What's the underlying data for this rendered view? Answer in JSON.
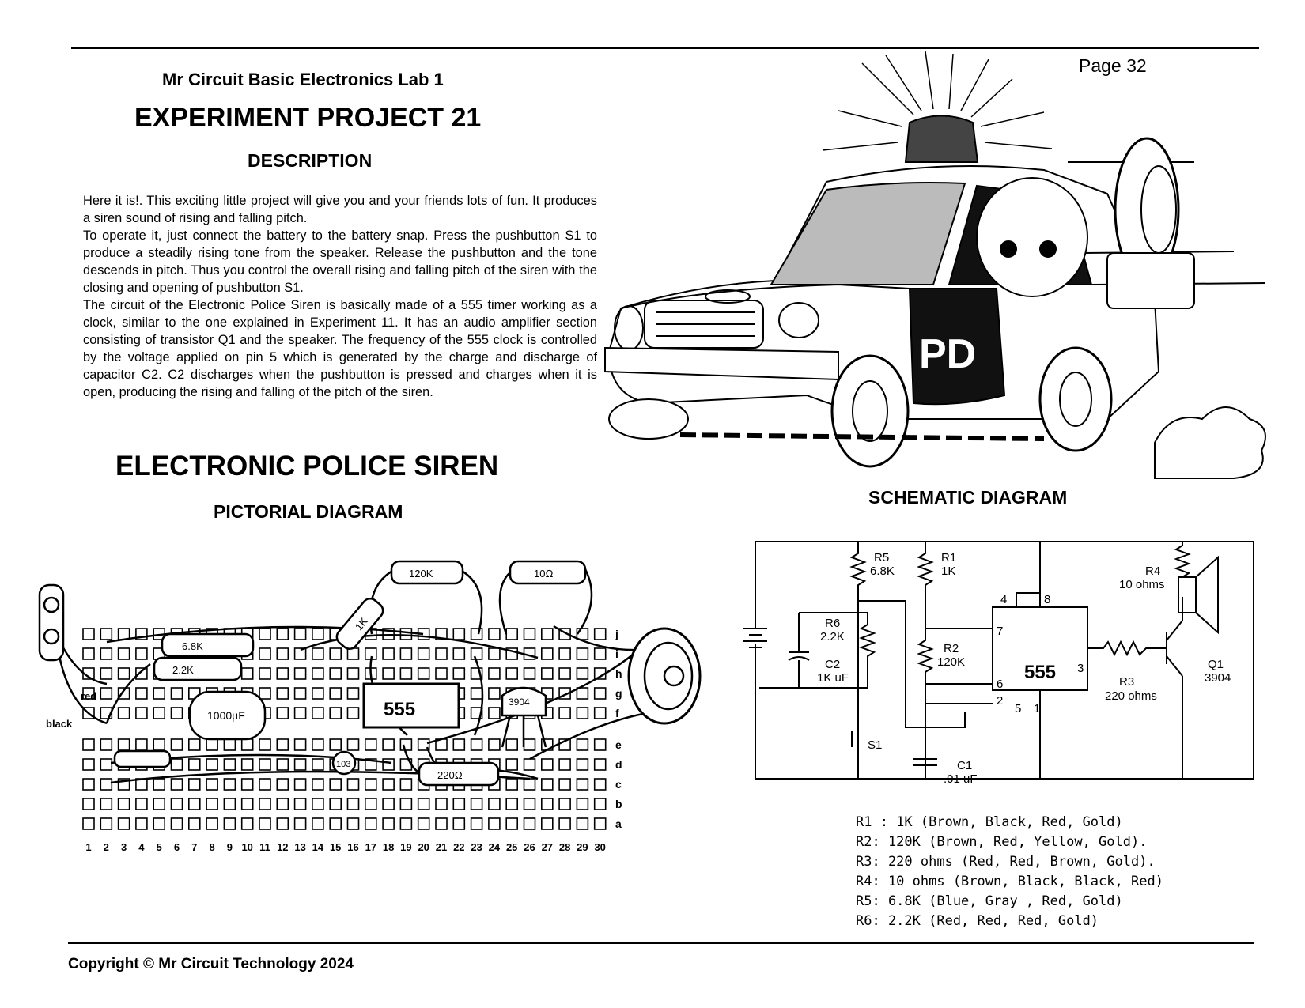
{
  "header": {
    "lab": "Mr Circuit Basic Electronics Lab 1",
    "title": "EXPERIMENT PROJECT 21",
    "section": "DESCRIPTION",
    "page": "Page 32"
  },
  "description": [
    "Here it is!. This exciting little project will give you and your friends lots of fun. It produces a siren sound of rising and falling pitch.",
    "To operate it, just connect the battery to the battery snap. Press the pushbutton S1 to produce a steadily rising tone from the speaker. Release the pushbutton and the tone descends in pitch. Thus you control the overall rising and falling pitch of the siren with the closing and opening of pushbutton S1.",
    "The circuit of the Electronic Police Siren is basically made of a 555 timer working as a clock, similar to the one explained in Experiment 11. It has an audio amplifier section consisting of transistor Q1 and the speaker. The frequency of the 555 clock is controlled by the voltage applied on pin 5 which is generated by the charge and discharge of capacitor C2. C2 discharges when the pushbutton is pressed and charges when it is open, producing the rising and falling of the pitch of the siren."
  ],
  "project_title": "ELECTRONIC POLICE SIREN",
  "illustration": {
    "car_label": "PD"
  },
  "pictorial": {
    "title": "PICTORIAL DIAGRAM",
    "row_labels": [
      "j",
      "i",
      "h",
      "g",
      "f",
      "e",
      "d",
      "c",
      "b",
      "a"
    ],
    "column_numbers": [
      "1",
      "2",
      "3",
      "4",
      "5",
      "6",
      "7",
      "8",
      "9",
      "10",
      "11",
      "12",
      "13",
      "14",
      "15",
      "16",
      "17",
      "18",
      "19",
      "20",
      "21",
      "22",
      "23",
      "24",
      "25",
      "26",
      "27",
      "28",
      "29",
      "30"
    ],
    "wire_labels": {
      "red": "red",
      "black": "black"
    },
    "components": {
      "r120k": "120K",
      "r10": "10Ω",
      "r68k": "6.8K",
      "r22k": "2.2K",
      "r1k": "1K",
      "cap1000": "1000µF",
      "ic555": "555",
      "q3904": "3904",
      "c103": "103",
      "r220": "220Ω"
    }
  },
  "schematic": {
    "title": "SCHEMATIC DIAGRAM",
    "labels": {
      "r5": "R5",
      "r5v": "6.8K",
      "r1": "R1",
      "r1v": "1K",
      "r6": "R6",
      "r6v": "2.2K",
      "c2": "C2",
      "c2v": "1K uF",
      "r2": "R2",
      "r2v": "120K",
      "ic": "555",
      "pin4": "4",
      "pin8": "8",
      "pin7": "7",
      "pin6": "6",
      "pin2": "2",
      "pin5": "5",
      "pin1": "1",
      "pin3": "3",
      "r4": "R4",
      "r4v": "10 ohms",
      "q1": "Q1",
      "q1v": "3904",
      "r3": "R3",
      "r3v": "220 ohms",
      "s1": "S1",
      "c1": "C1",
      "c1v": ".01 uF"
    },
    "color_codes": [
      "R1 : 1K (Brown, Black, Red, Gold)",
      "R2: 120K (Brown, Red, Yellow, Gold).",
      "R3: 220 ohms (Red, Red, Brown, Gold).",
      "R4: 10 ohms (Brown, Black, Black, Red)",
      "R5: 6.8K (Blue, Gray , Red, Gold)",
      "R6: 2.2K (Red, Red, Red, Gold)"
    ]
  },
  "footer": {
    "copyright": "Copyright © Mr Circuit Technology 2024"
  }
}
